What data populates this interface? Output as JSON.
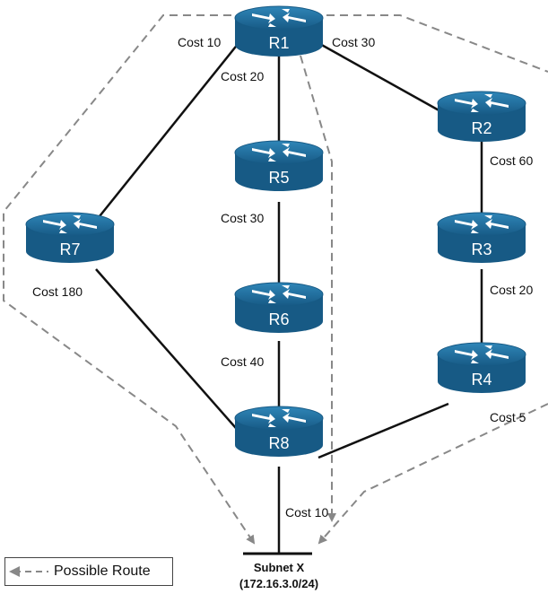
{
  "routers": {
    "r1": "R1",
    "r2": "R2",
    "r3": "R3",
    "r4": "R4",
    "r5": "R5",
    "r6": "R6",
    "r7": "R7",
    "r8": "R8"
  },
  "costs": {
    "r1_left": "Cost 10",
    "r1_right": "Cost 30",
    "r1_down": "Cost 20",
    "r2": "Cost 60",
    "r5": "Cost 30",
    "r7": "Cost 180",
    "r3": "Cost 20",
    "r6": "Cost 40",
    "r4": "Cost 5",
    "r8": "Cost 10"
  },
  "subnet": {
    "name": "Subnet X",
    "cidr": "(172.16.3.0/24)"
  },
  "legend": {
    "label": "Possible Route"
  },
  "colors": {
    "router_body": "#1f6a98",
    "router_top": "#2e82b3",
    "link": "#111111",
    "route_path": "#888888"
  }
}
